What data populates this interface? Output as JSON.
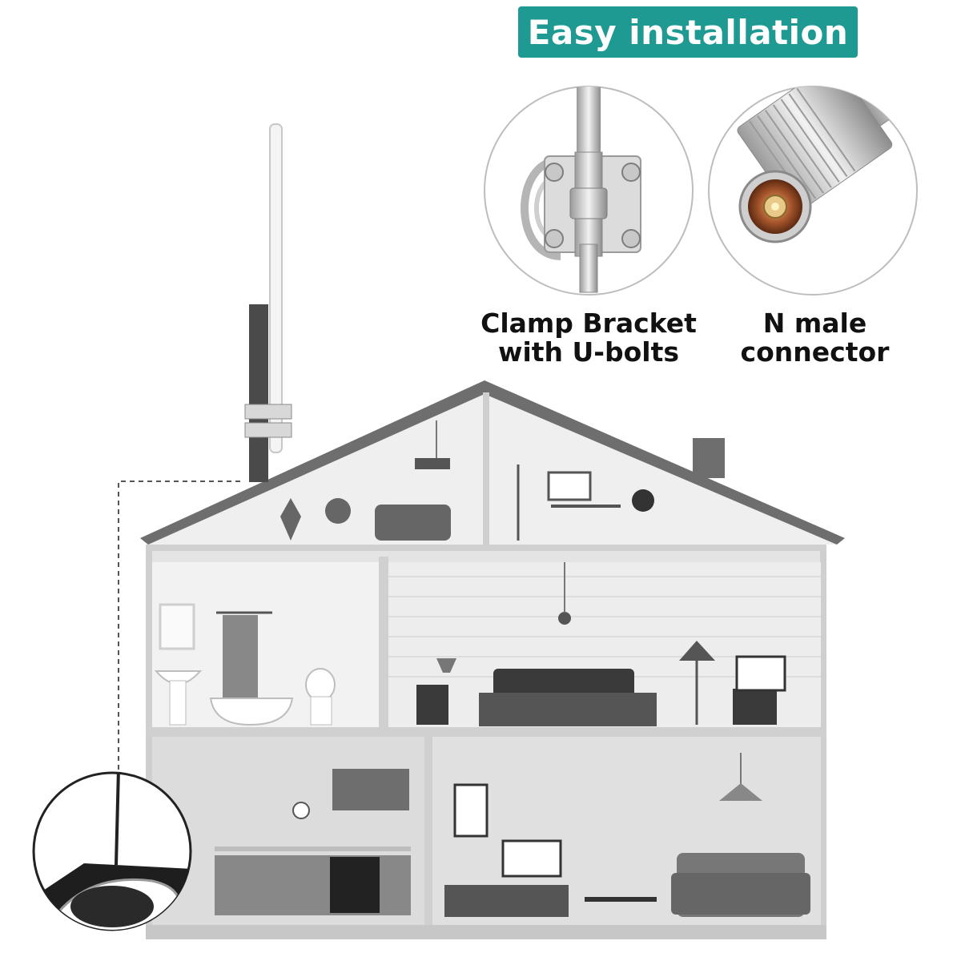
{
  "banner": {
    "text": "Easy installation",
    "color": "#1f9a92"
  },
  "features": [
    {
      "label": "Clamp Bracket\nwith U-bolts",
      "icon": "clamp-bracket-icon"
    },
    {
      "label": "N male\nconnector",
      "icon": "n-male-connector-icon"
    }
  ]
}
